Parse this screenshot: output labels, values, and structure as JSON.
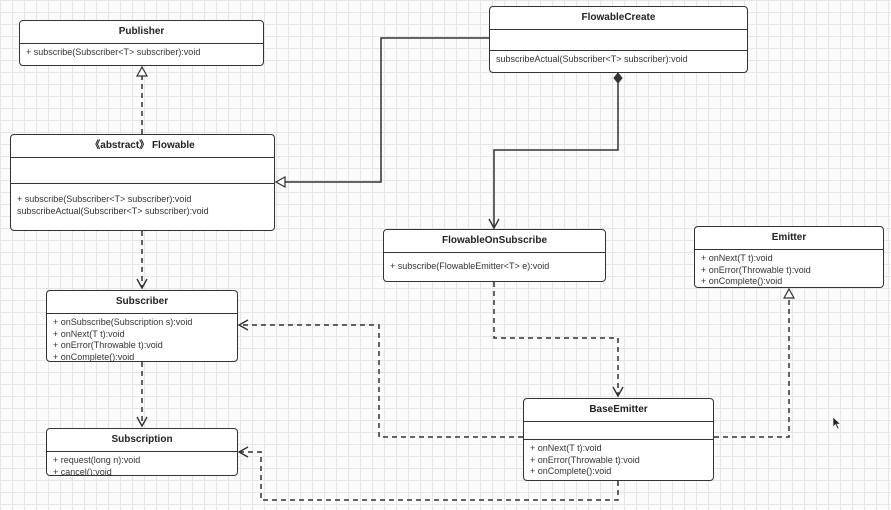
{
  "classes": {
    "publisher": {
      "title": "Publisher",
      "ops": [
        "+ subscribe(Subscriber<T> subscriber):void"
      ]
    },
    "flowable_create": {
      "title": "FlowableCreate",
      "ops": [
        "subscribeActual(Subscriber<T> subscriber):void"
      ]
    },
    "flowable": {
      "title": "《abstract》 Flowable",
      "ops": [
        "+ subscribe(Subscriber<T> subscriber):void",
        "subscribeActual(Subscriber<T> subscriber):void"
      ]
    },
    "flowable_on_subscribe": {
      "title": "FlowableOnSubscribe",
      "ops": [
        "+ subscribe(FlowableEmitter<T> e):void"
      ]
    },
    "emitter": {
      "title": "Emitter",
      "ops": [
        "+ onNext(T t):void",
        "+ onError(Throwable t):void",
        "+ onComplete():void"
      ]
    },
    "subscriber": {
      "title": "Subscriber",
      "ops": [
        "+ onSubscribe(Subscription s):void",
        "+ onNext(T t):void",
        "+ onError(Throwable t):void",
        "+ onComplete():void"
      ]
    },
    "base_emitter": {
      "title": "BaseEmitter",
      "ops": [
        "+ onNext(T t):void",
        "+ onError(Throwable t):void",
        "+ onComplete():void"
      ]
    },
    "subscription": {
      "title": "Subscription",
      "ops": [
        "+ request(long n):void",
        "+ cancel():void"
      ]
    }
  },
  "colors": {
    "line": "#333333",
    "box": "#ffffff",
    "grid": "#e6e6e6"
  },
  "cursor_icon": "mouse-pointer-icon"
}
